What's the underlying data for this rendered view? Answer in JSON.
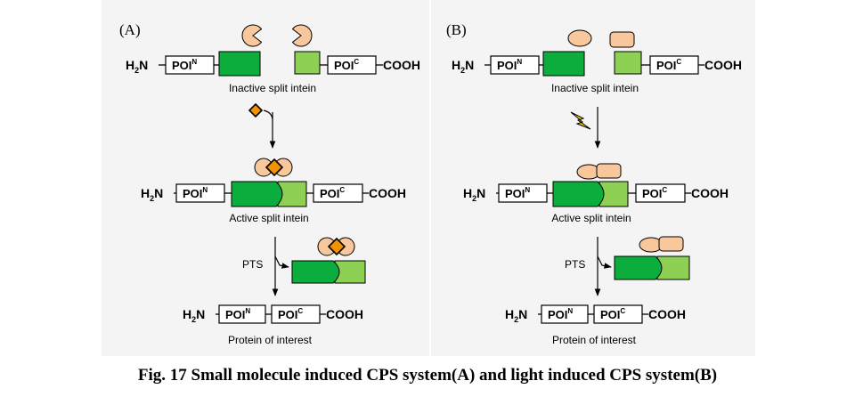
{
  "panels": {
    "a_label": "(A)",
    "b_label": "(B)"
  },
  "terms": {
    "h2n_h": "H",
    "h2n_sub": "2",
    "h2n_n": "N",
    "poi": "POI",
    "sup_n": "N",
    "sup_c": "C",
    "cooh": "COOH"
  },
  "stages": {
    "inactive": "Inactive split intein",
    "active": "Active split intein",
    "pts": "PTS",
    "protein": "Protein of interest"
  },
  "caption": "Fig. 17    Small molecule induced CPS system(A) and light induced CPS system(B)",
  "colors": {
    "dark_green": "#0bae3c",
    "light_green": "#8dd053",
    "peach": "#f8c79b",
    "orange": "#f29200"
  }
}
